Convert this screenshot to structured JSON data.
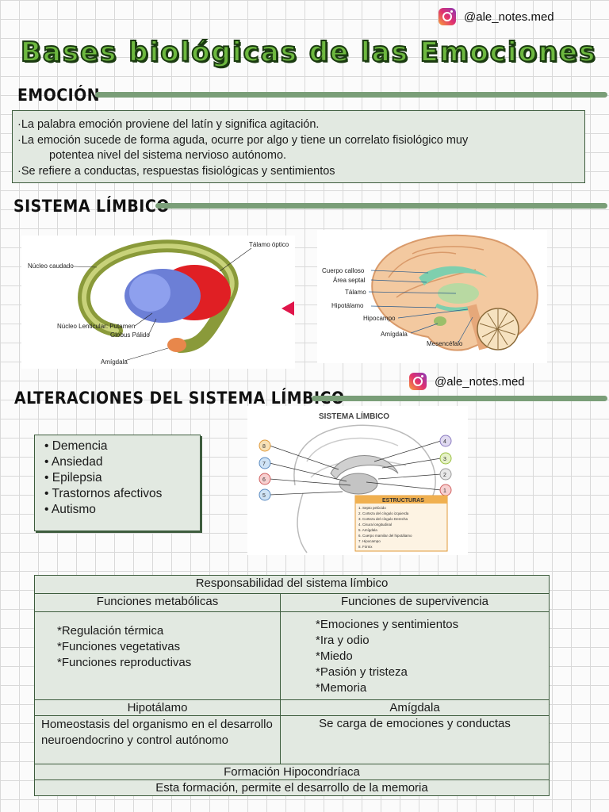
{
  "handle_top": "@ale_notes.med",
  "title": "Bases biológicas de las Emociones",
  "emocion": {
    "heading": "EMOCIÓN",
    "line1": "·La palabra emoción proviene del latín y significa agitación.",
    "line2": "·La emoción sucede de forma aguda, ocurre por algo y tiene un correlato fisiológico muy",
    "line2b": "potentea nivel del sistema nervioso autónomo.",
    "line3": "·Se refiere a conductas, respuestas fisiológicas y sentimientos"
  },
  "limbico": {
    "heading": "SISTEMA LÍMBICO",
    "fig1": {
      "talamo": "Tálamo óptico",
      "caudado": "Núcleo caudado",
      "lenticular": "Núcleo Lenticular: Putamen",
      "globus": "Globus Pálido",
      "amigdala": "Amígdala"
    },
    "fig2": {
      "cuerpo_calloso": "Cuerpo calloso",
      "area_septal": "Área septal",
      "talamo": "Tálamo",
      "hipotalamo": "Hipotálamo",
      "hipocampo": "Hipocampo",
      "amigdala": "Amígdala",
      "mesencefalo": "Mesencéfalo"
    }
  },
  "handle_mid": "@ale_notes.med",
  "alteraciones": {
    "heading": "ALTERACIONES DEL SISTEMA LÍMBICO",
    "items": [
      "• Demencia",
      "• Ansiedad",
      "• Epilepsia",
      "• Trastornos afectivos",
      "• Autismo"
    ],
    "fig3": {
      "title": "SISTEMA LÍMBICO",
      "estructuras": "ESTRUCTURAS",
      "legend": [
        "1.  Septo pelúcido",
        "2.  Corteza del cíngulo izquierda",
        "3.  Corteza del cíngulo Derecha",
        "4.  Cisura longitudinal",
        "5.  Amígdala",
        "6.  Cuerpo mamilar del hipotálamo",
        "7.  Hipocampo",
        "8.  Fórnix"
      ],
      "numbers": [
        "1",
        "2",
        "3",
        "4",
        "5",
        "6",
        "7",
        "8"
      ]
    }
  },
  "tabla": {
    "header": "Responsabilidad del sistema límbico",
    "col1_title": "Funciones metabólicas",
    "col2_title": "Funciones de supervivencia",
    "col1_items": [
      "*Regulación térmica",
      "*Funciones vegetativas",
      "*Funciones reproductivas"
    ],
    "col2_items": [
      "*Emociones y sentimientos",
      "*Ira y odio",
      "*Miedo",
      "*Pasión y tristeza",
      "*Memoria"
    ],
    "hipotalamo": "Hipotálamo",
    "amigdala": "Amígdala",
    "hipotalamo_desc": "Homeostasis del organismo en el desarrollo neuroendocrino y control autónomo",
    "amigdala_desc": "Se carga de emociones y conductas",
    "formacion": "Formación Hipocondríaca",
    "formacion_desc": "Esta formación, permite el desarrollo de la memoria"
  }
}
